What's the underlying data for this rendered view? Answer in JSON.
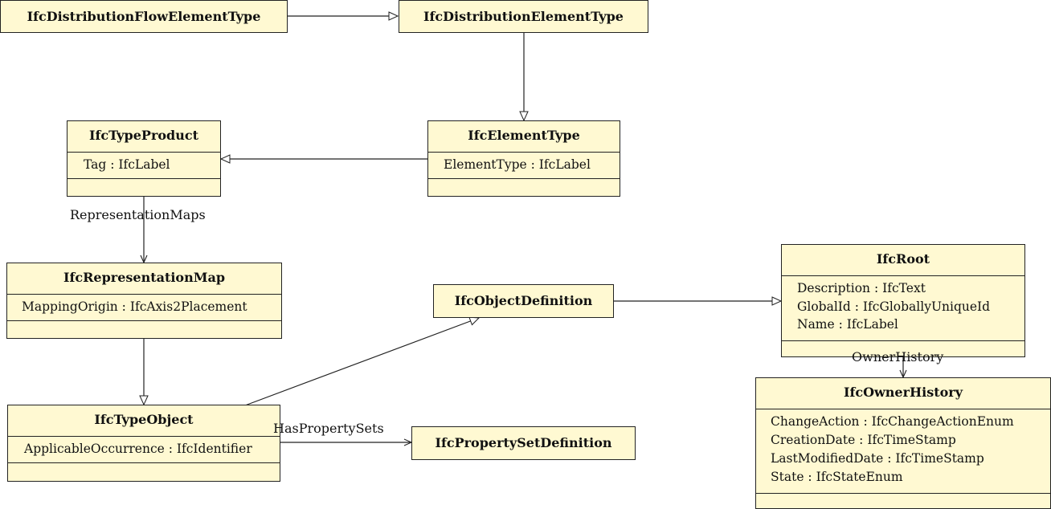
{
  "classes": {
    "distribution_flow_element_type": {
      "title": "IfcDistributionFlowElementType"
    },
    "distribution_element_type": {
      "title": "IfcDistributionElementType"
    },
    "type_product": {
      "title": "IfcTypeProduct",
      "attributes": [
        "Tag : IfcLabel"
      ]
    },
    "element_type": {
      "title": "IfcElementType",
      "attributes": [
        "ElementType : IfcLabel"
      ]
    },
    "representation_map": {
      "title": "IfcRepresentationMap",
      "attributes": [
        "MappingOrigin : IfcAxis2Placement"
      ]
    },
    "object_definition": {
      "title": "IfcObjectDefinition"
    },
    "root": {
      "title": "IfcRoot",
      "attributes": [
        "Description : IfcText",
        "GlobalId : IfcGloballyUniqueId",
        "Name : IfcLabel"
      ]
    },
    "type_object": {
      "title": "IfcTypeObject",
      "attributes": [
        "ApplicableOccurrence : IfcIdentifier"
      ]
    },
    "property_set_definition": {
      "title": "IfcPropertySetDefinition"
    },
    "owner_history": {
      "title": "IfcOwnerHistory",
      "attributes": [
        "ChangeAction : IfcChangeActionEnum",
        "CreationDate : IfcTimeStamp",
        "LastModifiedDate : IfcTimeStamp",
        "State : IfcStateEnum"
      ]
    }
  },
  "associations": {
    "representation_maps": "RepresentationMaps",
    "has_property_sets": "HasPropertySets",
    "owner_history": "OwnerHistory"
  },
  "colors": {
    "box_fill": "#fff9d2",
    "line": "#222222"
  }
}
